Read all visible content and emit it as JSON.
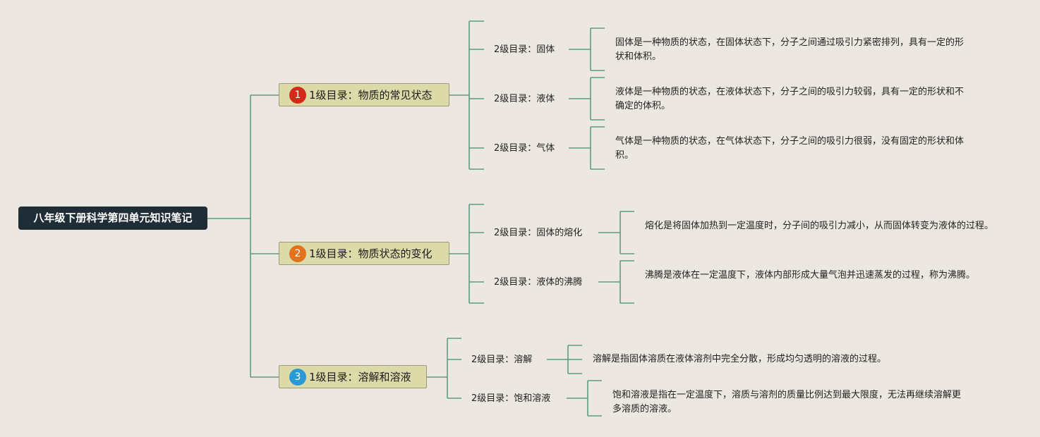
{
  "root": {
    "label": "八年级下册科学第四单元知识笔记"
  },
  "colors": {
    "line": "#5D9A86",
    "root_bg": "#1F2D36",
    "topic_bg": "#DCDAA9",
    "background": "#ECE8E1"
  },
  "topics": [
    {
      "number": "1",
      "badge_color": "#D52A1A",
      "label": "1级目录：物质的常见状态",
      "subtopics": [
        {
          "label": "2级目录：固体",
          "description": "固体是一种物质的状态，在固体状态下，分子之间通过吸引力紧密排列，具有一定的形状和体积。"
        },
        {
          "label": "2级目录：液体",
          "description": "液体是一种物质的状态，在液体状态下，分子之间的吸引力较弱，具有一定的形状和不确定的体积。"
        },
        {
          "label": "2级目录：气体",
          "description": "气体是一种物质的状态，在气体状态下，分子之间的吸引力很弱，没有固定的形状和体积。"
        }
      ]
    },
    {
      "number": "2",
      "badge_color": "#E2721C",
      "label": "1级目录：物质状态的变化",
      "subtopics": [
        {
          "label": "2级目录：固体的熔化",
          "description": "熔化是将固体加热到一定温度时，分子间的吸引力减小，从而固体转变为液体的过程。"
        },
        {
          "label": "2级目录：液体的沸腾",
          "description": "沸腾是液体在一定温度下，液体内部形成大量气泡并迅速蒸发的过程，称为沸腾。"
        }
      ]
    },
    {
      "number": "3",
      "badge_color": "#2A9AD6",
      "label": "1级目录：溶解和溶液",
      "subtopics": [
        {
          "label": "2级目录：溶解",
          "description": "溶解是指固体溶质在液体溶剂中完全分散，形成均匀透明的溶液的过程。"
        },
        {
          "label": "2级目录：饱和溶液",
          "description": "饱和溶液是指在一定温度下，溶质与溶剂的质量比例达到最大限度，无法再继续溶解更多溶质的溶液。"
        }
      ]
    }
  ]
}
